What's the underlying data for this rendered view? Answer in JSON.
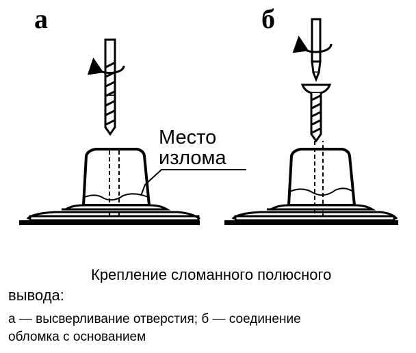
{
  "diagram": {
    "panel_a_label": "а",
    "panel_b_label": "б",
    "callout_line1": "Место",
    "callout_line2": "излома"
  },
  "caption": {
    "title_line1": "Крепление сломанного полюсного",
    "title_line2": "вывода:",
    "legend_line1": "а — высверливание отверстия; б — соединение",
    "legend_line2": "обломка с основанием"
  },
  "colors": {
    "ink": "#000000",
    "paper": "#ffffff"
  },
  "icons": [
    "drill-bit-icon",
    "screwdriver-icon",
    "rotation-arrow-icon",
    "screw-icon"
  ]
}
